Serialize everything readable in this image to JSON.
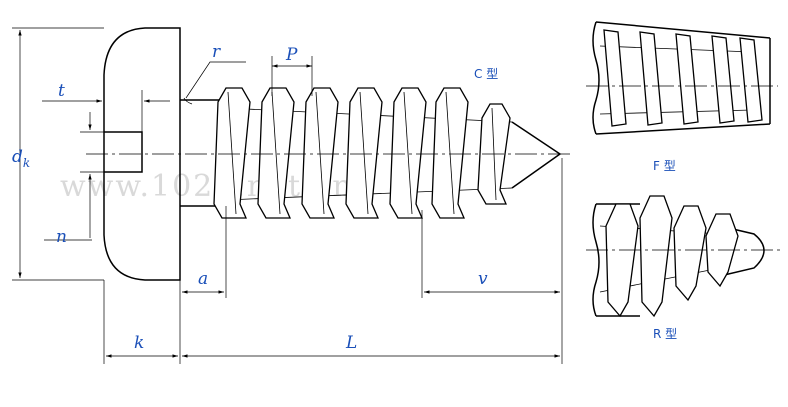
{
  "labels": {
    "dk_main": "d",
    "dk_sub": "k",
    "t": "t",
    "n": "n",
    "r": "r",
    "P": "P",
    "a": "a",
    "v": "v",
    "k": "k",
    "L": "L"
  },
  "types": {
    "C": "C 型",
    "F": "F 型",
    "R": "R 型"
  },
  "watermark": "www.1020.net.cn",
  "colors": {
    "label": "#1a4fb8",
    "line": "#000000",
    "watermark": "#d9d9d9"
  }
}
